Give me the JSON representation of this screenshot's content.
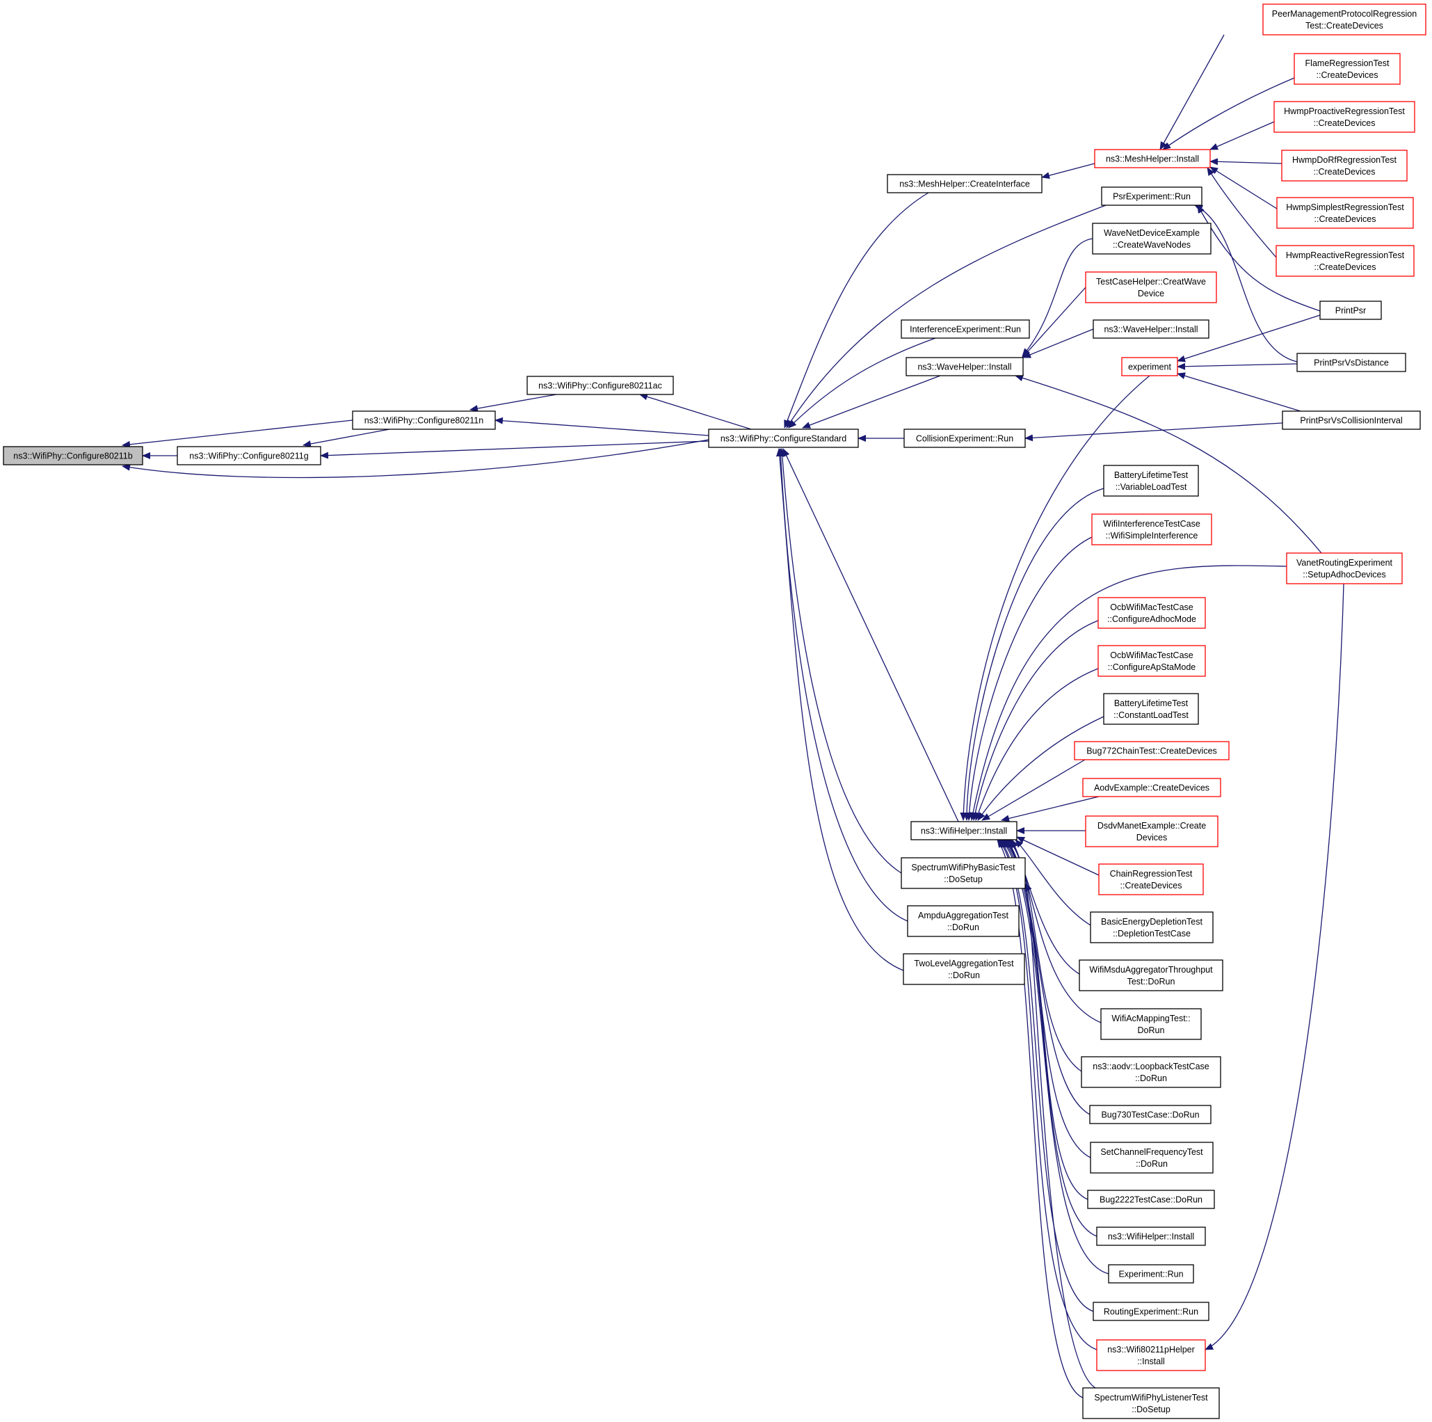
{
  "colors": {
    "edge": "#191970",
    "node_border_default": "#000000",
    "node_border_truncated": "#ff0000",
    "root_fill": "#bfbfbf",
    "node_fill": "#ffffff"
  },
  "nodes": {
    "configure80211b": {
      "lines": [
        "ns3::WifiPhy::Configure80211b"
      ],
      "style": "root"
    },
    "configure80211g": {
      "lines": [
        "ns3::WifiPhy::Configure80211g"
      ],
      "style": "normal"
    },
    "configure80211n": {
      "lines": [
        "ns3::WifiPhy::Configure80211n"
      ],
      "style": "normal"
    },
    "configure80211ac": {
      "lines": [
        "ns3::WifiPhy::Configure80211ac"
      ],
      "style": "normal"
    },
    "configure_standard": {
      "lines": [
        "ns3::WifiPhy::ConfigureStandard"
      ],
      "style": "normal"
    },
    "mesh_create_interface": {
      "lines": [
        "ns3::MeshHelper::CreateInterface"
      ],
      "style": "normal"
    },
    "mesh_install": {
      "lines": [
        "ns3::MeshHelper::Install"
      ],
      "style": "truncated"
    },
    "peer_mgmt": {
      "lines": [
        "PeerManagementProtocolRegression",
        "Test::CreateDevices"
      ],
      "style": "truncated"
    },
    "flame": {
      "lines": [
        "FlameRegressionTest",
        "::CreateDevices"
      ],
      "style": "truncated"
    },
    "hwmp_proactive": {
      "lines": [
        "HwmpProactiveRegressionTest",
        "::CreateDevices"
      ],
      "style": "truncated"
    },
    "hwmp_dorf": {
      "lines": [
        "HwmpDoRfRegressionTest",
        "::CreateDevices"
      ],
      "style": "truncated"
    },
    "hwmp_simplest": {
      "lines": [
        "HwmpSimplestRegressionTest",
        "::CreateDevices"
      ],
      "style": "truncated"
    },
    "hwmp_reactive": {
      "lines": [
        "HwmpReactiveRegressionTest",
        "::CreateDevices"
      ],
      "style": "truncated"
    },
    "psr_run": {
      "lines": [
        "PsrExperiment::Run"
      ],
      "style": "normal"
    },
    "wave_nodes": {
      "lines": [
        "WaveNetDeviceExample",
        "::CreateWaveNodes"
      ],
      "style": "normal"
    },
    "creat_wave": {
      "lines": [
        "TestCaseHelper::CreatWave",
        "Device"
      ],
      "style": "truncated"
    },
    "wave_install_2": {
      "lines": [
        "ns3::WaveHelper::Install"
      ],
      "style": "normal"
    },
    "interference_run": {
      "lines": [
        "InterferenceExperiment::Run"
      ],
      "style": "normal"
    },
    "wave_install": {
      "lines": [
        "ns3::WaveHelper::Install"
      ],
      "style": "normal"
    },
    "print_psr": {
      "lines": [
        "PrintPsr"
      ],
      "style": "normal"
    },
    "experiment": {
      "lines": [
        "experiment"
      ],
      "style": "truncated"
    },
    "print_psr_dist": {
      "lines": [
        "PrintPsrVsDistance"
      ],
      "style": "normal"
    },
    "collision_run": {
      "lines": [
        "CollisionExperiment::Run"
      ],
      "style": "normal"
    },
    "print_psr_coll": {
      "lines": [
        "PrintPsrVsCollisionInterval"
      ],
      "style": "normal"
    },
    "battery_var": {
      "lines": [
        "BatteryLifetimeTest",
        "::VariableLoadTest"
      ],
      "style": "normal"
    },
    "wifi_interf": {
      "lines": [
        "WifiInterferenceTestCase",
        "::WifiSimpleInterference"
      ],
      "style": "truncated"
    },
    "vanet": {
      "lines": [
        "VanetRoutingExperiment",
        "::SetupAdhocDevices"
      ],
      "style": "truncated"
    },
    "ocb_adhoc": {
      "lines": [
        "OcbWifiMacTestCase",
        "::ConfigureAdhocMode"
      ],
      "style": "truncated"
    },
    "ocb_apsta": {
      "lines": [
        "OcbWifiMacTestCase",
        "::ConfigureApStaMode"
      ],
      "style": "truncated"
    },
    "battery_const": {
      "lines": [
        "BatteryLifetimeTest",
        "::ConstantLoadTest"
      ],
      "style": "normal"
    },
    "bug772": {
      "lines": [
        "Bug772ChainTest::CreateDevices"
      ],
      "style": "truncated"
    },
    "aodv_example": {
      "lines": [
        "AodvExample::CreateDevices"
      ],
      "style": "truncated"
    },
    "dsdv": {
      "lines": [
        "DsdvManetExample::Create",
        "Devices"
      ],
      "style": "truncated"
    },
    "wifi_install": {
      "lines": [
        "ns3::WifiHelper::Install"
      ],
      "style": "normal"
    },
    "chain_regression": {
      "lines": [
        "ChainRegressionTest",
        "::CreateDevices"
      ],
      "style": "truncated"
    },
    "spectrum_basic": {
      "lines": [
        "SpectrumWifiPhyBasicTest",
        "::DoSetup"
      ],
      "style": "normal"
    },
    "basic_energy": {
      "lines": [
        "BasicEnergyDepletionTest",
        "::DepletionTestCase"
      ],
      "style": "normal"
    },
    "ampdu": {
      "lines": [
        "AmpduAggregationTest",
        "::DoRun"
      ],
      "style": "normal"
    },
    "msdu": {
      "lines": [
        "WifiMsduAggregatorThroughput",
        "Test::DoRun"
      ],
      "style": "normal"
    },
    "two_level": {
      "lines": [
        "TwoLevelAggregationTest",
        "::DoRun"
      ],
      "style": "normal"
    },
    "ac_mapping": {
      "lines": [
        "WifiAcMappingTest::",
        "DoRun"
      ],
      "style": "normal"
    },
    "aodv_loopback": {
      "lines": [
        "ns3::aodv::LoopbackTestCase",
        "::DoRun"
      ],
      "style": "normal"
    },
    "bug730": {
      "lines": [
        "Bug730TestCase::DoRun"
      ],
      "style": "normal"
    },
    "set_channel": {
      "lines": [
        "SetChannelFrequencyTest",
        "::DoRun"
      ],
      "style": "normal"
    },
    "bug2222": {
      "lines": [
        "Bug2222TestCase::DoRun"
      ],
      "style": "normal"
    },
    "wifi_install_2": {
      "lines": [
        "ns3::WifiHelper::Install"
      ],
      "style": "normal"
    },
    "experiment_run": {
      "lines": [
        "Experiment::Run"
      ],
      "style": "normal"
    },
    "routing_run": {
      "lines": [
        "RoutingExperiment::Run"
      ],
      "style": "normal"
    },
    "wifi80211p": {
      "lines": [
        "ns3::Wifi80211pHelper",
        "::Install"
      ],
      "style": "truncated"
    },
    "spectrum_listener": {
      "lines": [
        "SpectrumWifiPhyListenerTest",
        "::DoSetup"
      ],
      "style": "normal"
    }
  },
  "edges": [
    [
      "configure80211g",
      "configure80211b"
    ],
    [
      "configure80211n",
      "configure80211b"
    ],
    [
      "configure_standard",
      "configure80211b"
    ],
    [
      "configure80211n",
      "configure80211g"
    ],
    [
      "configure_standard",
      "configure80211g"
    ],
    [
      "configure80211ac",
      "configure80211n"
    ],
    [
      "configure_standard",
      "configure80211n"
    ],
    [
      "configure_standard",
      "configure80211ac"
    ],
    [
      "mesh_create_interface",
      "configure_standard"
    ],
    [
      "psr_run",
      "configure_standard"
    ],
    [
      "interference_run",
      "configure_standard"
    ],
    [
      "wave_install",
      "configure_standard"
    ],
    [
      "collision_run",
      "configure_standard"
    ],
    [
      "wifi_install",
      "configure_standard"
    ],
    [
      "spectrum_basic",
      "configure_standard"
    ],
    [
      "ampdu",
      "configure_standard"
    ],
    [
      "two_level",
      "configure_standard"
    ],
    [
      "mesh_install",
      "mesh_create_interface"
    ],
    [
      "peer_mgmt",
      "mesh_install"
    ],
    [
      "flame",
      "mesh_install"
    ],
    [
      "hwmp_proactive",
      "mesh_install"
    ],
    [
      "hwmp_dorf",
      "mesh_install"
    ],
    [
      "hwmp_simplest",
      "mesh_install"
    ],
    [
      "hwmp_reactive",
      "mesh_install"
    ],
    [
      "print_psr",
      "psr_run"
    ],
    [
      "print_psr_dist",
      "psr_run"
    ],
    [
      "wave_nodes",
      "wave_install"
    ],
    [
      "creat_wave",
      "wave_install"
    ],
    [
      "wave_install_2",
      "wave_install"
    ],
    [
      "vanet",
      "wave_install"
    ],
    [
      "print_psr",
      "experiment"
    ],
    [
      "print_psr_dist",
      "experiment"
    ],
    [
      "print_psr_coll",
      "experiment"
    ],
    [
      "print_psr_coll",
      "collision_run"
    ],
    [
      "experiment",
      "wifi_install"
    ],
    [
      "battery_var",
      "wifi_install"
    ],
    [
      "wifi_interf",
      "wifi_install"
    ],
    [
      "vanet",
      "wifi_install"
    ],
    [
      "ocb_adhoc",
      "wifi_install"
    ],
    [
      "ocb_apsta",
      "wifi_install"
    ],
    [
      "battery_const",
      "wifi_install"
    ],
    [
      "bug772",
      "wifi_install"
    ],
    [
      "aodv_example",
      "wifi_install"
    ],
    [
      "dsdv",
      "wifi_install"
    ],
    [
      "chain_regression",
      "wifi_install"
    ],
    [
      "basic_energy",
      "wifi_install"
    ],
    [
      "msdu",
      "wifi_install"
    ],
    [
      "ac_mapping",
      "wifi_install"
    ],
    [
      "aodv_loopback",
      "wifi_install"
    ],
    [
      "bug730",
      "wifi_install"
    ],
    [
      "set_channel",
      "wifi_install"
    ],
    [
      "bug2222",
      "wifi_install"
    ],
    [
      "wifi_install_2",
      "wifi_install"
    ],
    [
      "experiment_run",
      "wifi_install"
    ],
    [
      "routing_run",
      "wifi_install"
    ],
    [
      "wifi80211p",
      "wifi_install"
    ],
    [
      "spectrum_listener",
      "wifi_install"
    ],
    [
      "spectrum_listener",
      "spectrum_basic"
    ],
    [
      "vanet",
      "wifi80211p"
    ]
  ]
}
